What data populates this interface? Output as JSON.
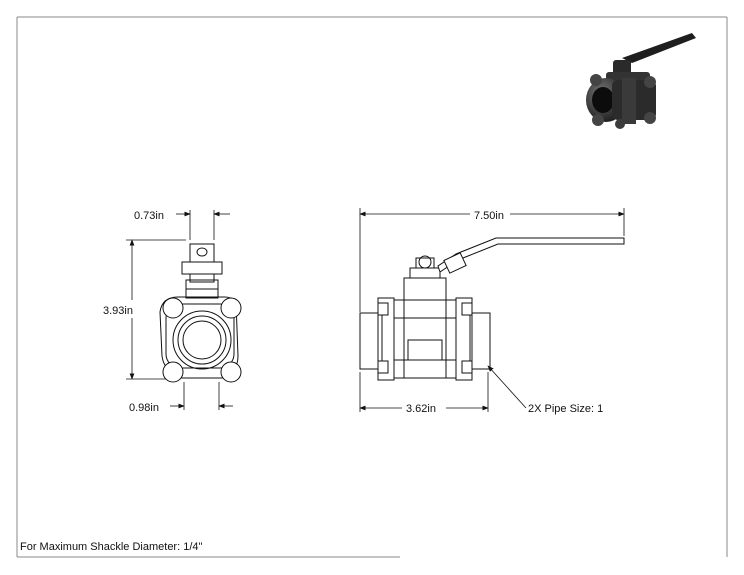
{
  "dimensions": {
    "front_top_width": "0.73in",
    "front_height": "3.93in",
    "front_bottom_width": "0.98in",
    "side_overall_length": "7.50in",
    "side_body_length": "3.62in",
    "pipe_callout": "2X Pipe Size: 1"
  },
  "note": {
    "shackle": "For Maximum Shackle Diameter: 1/4\""
  },
  "colors": {
    "line": "#111111",
    "frame": "#8a8a8a",
    "render_body": "#2b2b2b"
  }
}
